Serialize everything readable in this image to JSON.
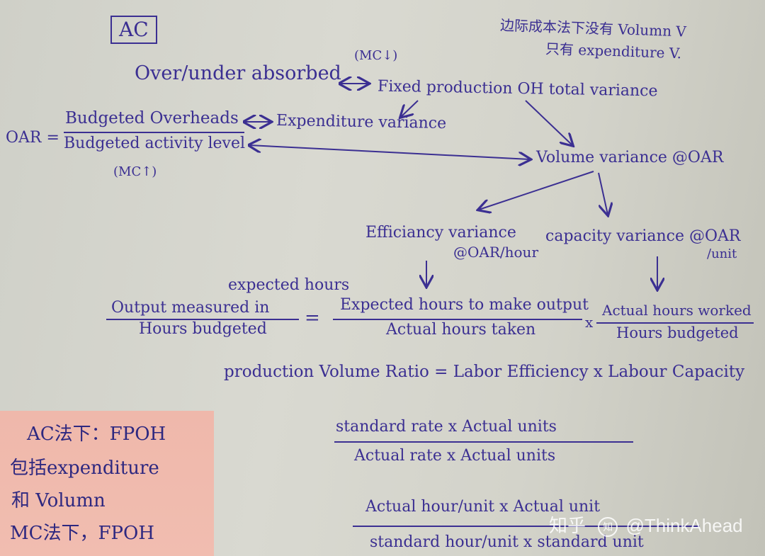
{
  "notes": {
    "ac_box": "AC",
    "mc_note_line1": "边际成本法下没有 Volumn V",
    "mc_note_line2": "只有 expenditure V.",
    "mc_down": "(MC↓)",
    "over_under": "Over/under absorbed",
    "fixed_total": "Fixed production OH total variance",
    "oar_label": "OAR =",
    "budgeted_overheads": "Budgeted Overheads",
    "budgeted_activity": "Budgeted activity level",
    "expenditure_variance": "Expenditure variance",
    "mc_up": "(MC↑)",
    "volume_variance": "Volume variance @OAR",
    "efficiency_variance": "Efficiancy variance",
    "efficiency_rate": "@OAR/hour",
    "capacity_variance": "capacity variance @OAR",
    "capacity_unit": "/unit",
    "expected_hours": "expected hours",
    "output_measured": "Output measured in",
    "hours_budgeted_1": "Hours budgeted",
    "equals": "=",
    "expected_hours_output": "Expected hours to make output",
    "actual_hours_taken": "Actual hours taken",
    "times": "x",
    "actual_hours_worked": "Actual hours worked",
    "hours_budgeted_2": "Hours budgeted",
    "pvr_equation": "production Volume Ratio = Labor Efficiency x Labour Capacity",
    "standard_rate_actual_units": "standard rate x Actual units",
    "actual_rate_actual_units": "Actual rate x Actual units",
    "actual_hour_unit": "Actual hour/unit x Actual unit",
    "standard_hour_unit": "standard hour/unit x standard unit"
  },
  "sticky_note": {
    "line1": "AC法下：FPOH",
    "line2": "包括expenditure",
    "line3": "和 Volumn",
    "line4": "MC法下，FPOH"
  },
  "watermark": {
    "site": "知乎",
    "author": "@ThinkAhead"
  }
}
